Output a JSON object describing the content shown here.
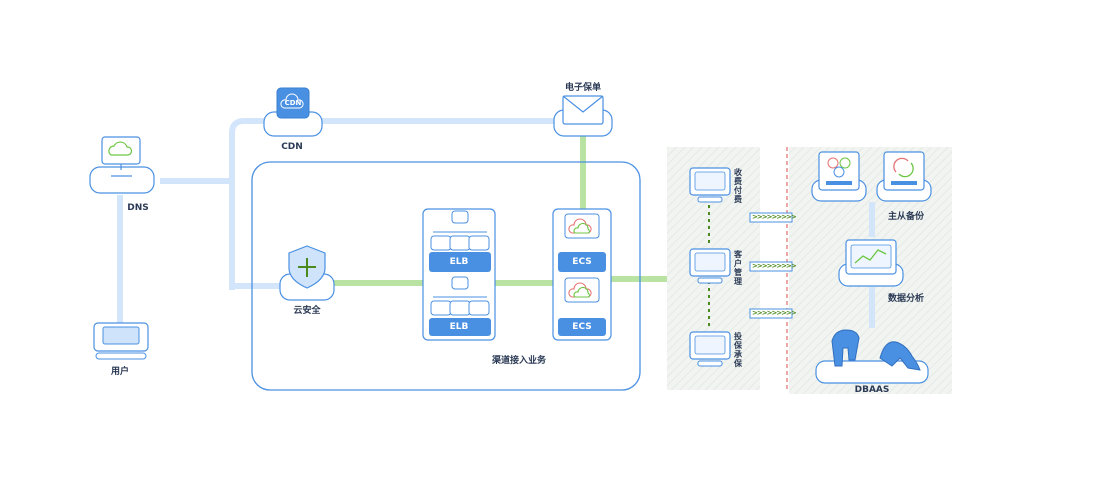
{
  "labels": {
    "dns": "DNS",
    "user": "用户",
    "cdn_icon": "CDN",
    "cdn": "CDN",
    "e_policy": "电子保单",
    "cloud_security": "云安全",
    "elb_top": "ELB",
    "elb_bottom": "ELB",
    "ecs_top": "ECS",
    "ecs_bottom": "ECS",
    "channel_access": "渠道接入业务",
    "payment": "收费付费",
    "customer_mgmt": "客户管理",
    "underwriting": "投保承保",
    "master_slave_backup": "主从备份",
    "data_analysis": "数据分析",
    "dbaas": "DBAAS"
  },
  "arrows": {
    "top": ">>>>>>>>>",
    "middle": ">>>>>>>>>",
    "bottom": ">>>>>>>>>"
  },
  "colors": {
    "blue_link": "#cfe3fb",
    "green_link": "#b9e3a2",
    "accent_blue": "#4a90e2",
    "zone_fill": "#eef1ee",
    "zone_border_red": "#e88a8a",
    "dark_green": "#4a8a1e"
  }
}
